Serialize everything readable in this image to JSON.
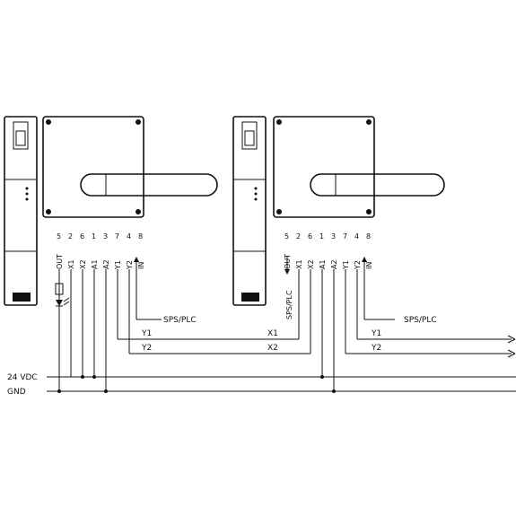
{
  "terminals": {
    "left_numbers": [
      "5",
      "2",
      "6",
      "1",
      "3",
      "7",
      "4",
      "8"
    ],
    "left_signals": [
      "OUT",
      "X1",
      "X2",
      "A1",
      "A2",
      "Y1",
      "Y2",
      "IN"
    ],
    "right_numbers": [
      "5",
      "2",
      "6",
      "1",
      "3",
      "7",
      "4",
      "8"
    ],
    "right_signals": [
      "OUT",
      "X1",
      "X2",
      "A1",
      "A2",
      "Y1",
      "Y2",
      "IN"
    ]
  },
  "labels": {
    "sps_plc": "SPS/PLC",
    "y1": "Y1",
    "y2": "Y2",
    "x1": "X1",
    "x2": "X2",
    "power": "24 VDC",
    "ground": "GND",
    "sps_plc_vertical": "SPS/PLC"
  }
}
